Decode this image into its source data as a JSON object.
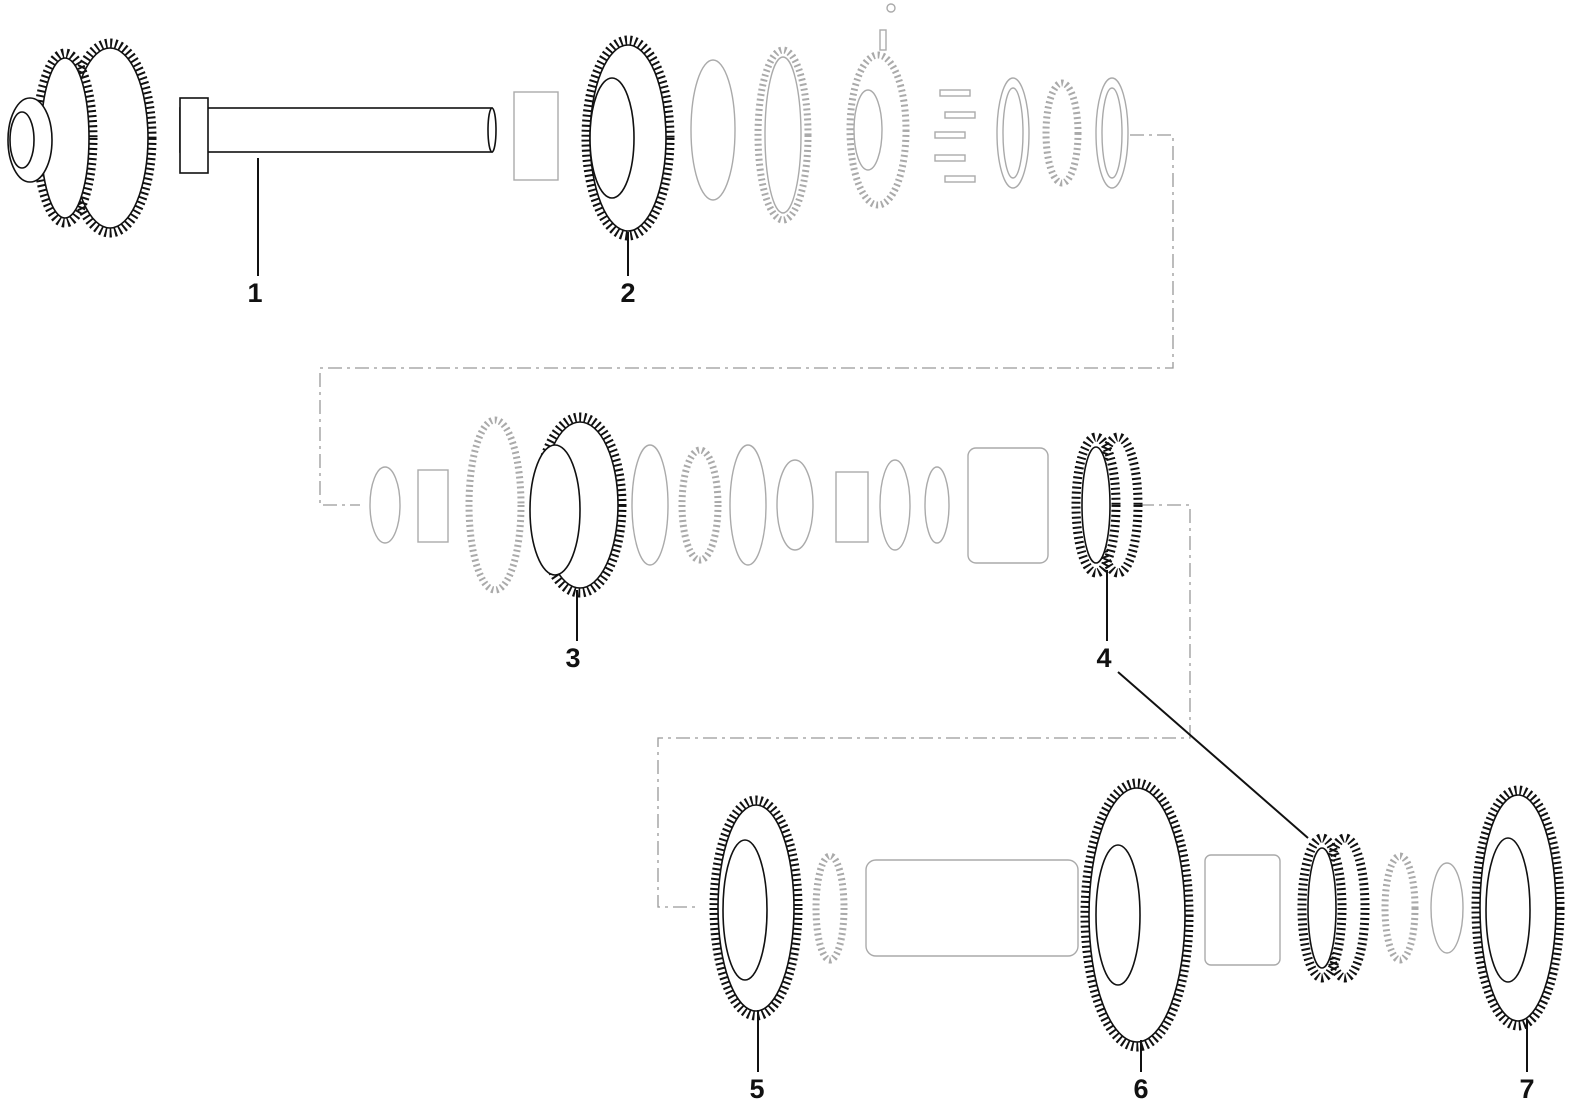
{
  "diagram": {
    "type": "exploded-parts-view",
    "callouts": [
      "1",
      "2",
      "3",
      "4",
      "5",
      "6",
      "7"
    ]
  },
  "colors": {
    "highlight": "#111111",
    "context": "#aaaaaa",
    "line": "#999999"
  }
}
